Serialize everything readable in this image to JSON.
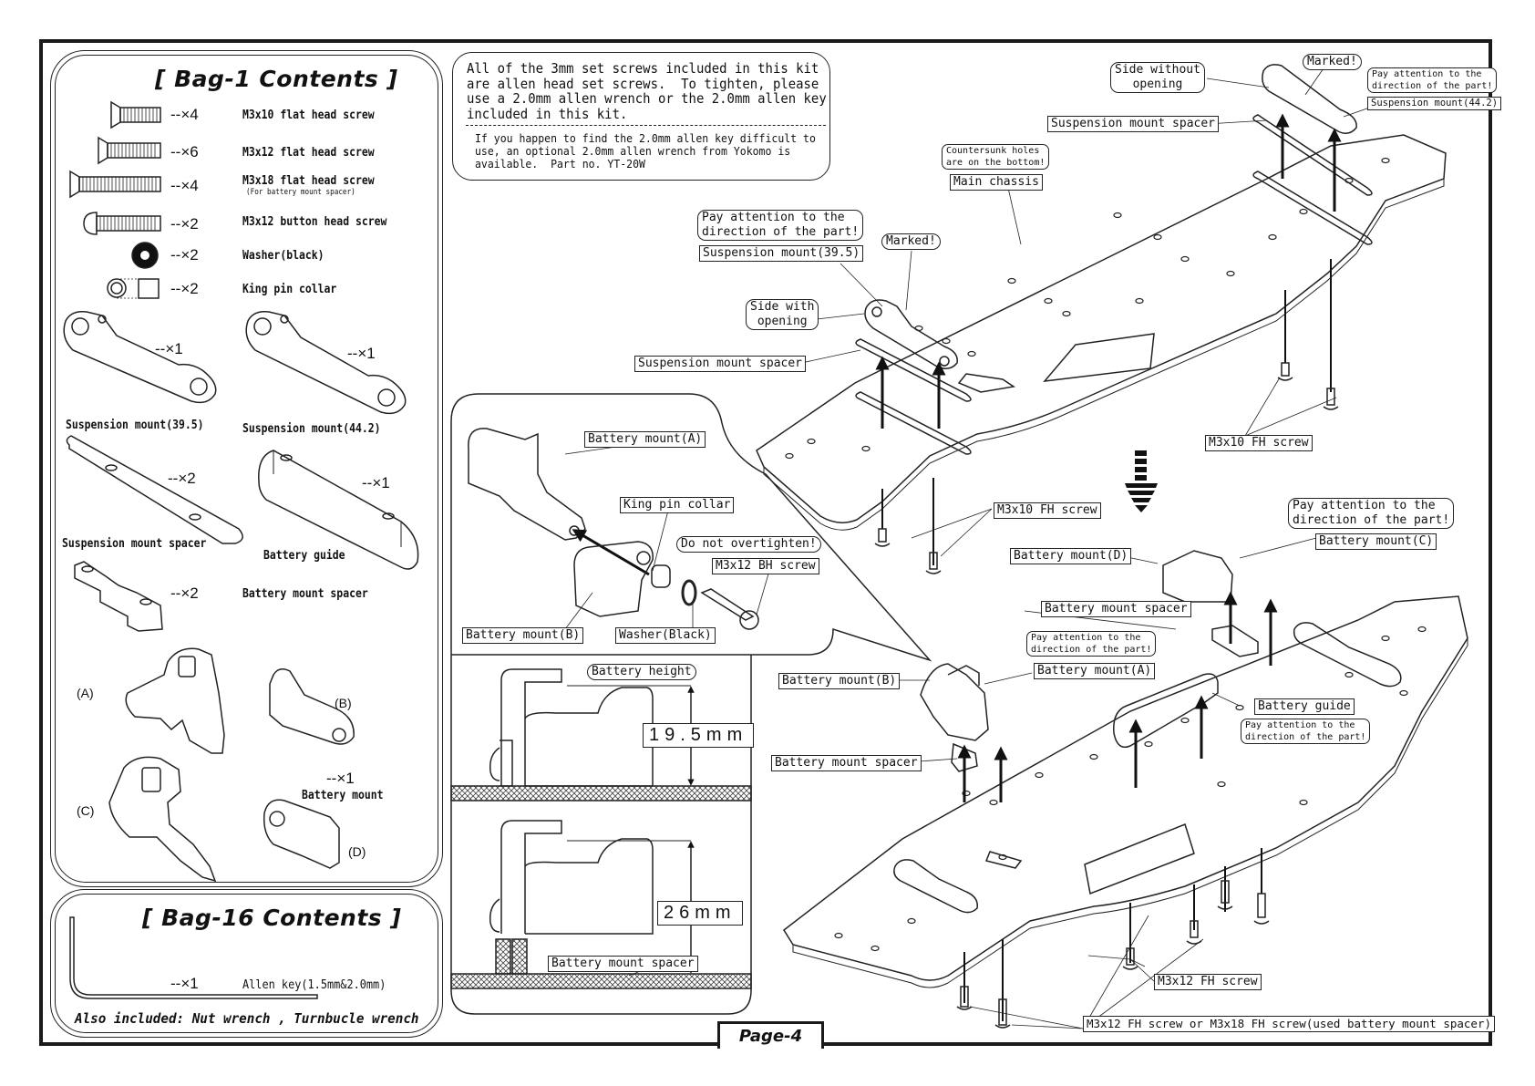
{
  "page": {
    "label": "Page-4"
  },
  "bag1": {
    "title": "[ Bag-1 Contents ]",
    "items": [
      {
        "icon": "flat-head-screw-icon",
        "qty": "--×4",
        "name": "M3x10 flat head screw",
        "note": ""
      },
      {
        "icon": "flat-head-screw-icon",
        "qty": "--×6",
        "name": "M3x12 flat head screw",
        "note": ""
      },
      {
        "icon": "flat-head-screw-icon",
        "qty": "--×4",
        "name": "M3x18 flat head screw",
        "note": "(For battery mount spacer)"
      },
      {
        "icon": "button-head-screw-icon",
        "qty": "--×2",
        "name": "M3x12 button head screw",
        "note": ""
      },
      {
        "icon": "washer-icon",
        "qty": "--×2",
        "name": "Washer(black)",
        "note": ""
      },
      {
        "icon": "king-pin-collar-icon",
        "qty": "--×2",
        "name": "King pin collar",
        "note": ""
      }
    ],
    "parts": [
      {
        "name": "Suspension mount(39.5)",
        "qty": "--×1"
      },
      {
        "name": "Suspension mount(44.2)",
        "qty": "--×1"
      },
      {
        "name": "Suspension mount spacer",
        "qty": "--×2"
      },
      {
        "name": "Battery guide",
        "qty": "--×1"
      },
      {
        "name": "Battery mount spacer",
        "qty": "--×2"
      }
    ],
    "battery_mount": {
      "name": "Battery mount",
      "qty": "--×1",
      "variants": [
        "(A)",
        "(B)",
        "(C)",
        "(D)"
      ]
    }
  },
  "bag16": {
    "title": "[ Bag-16 Contents ]",
    "item": {
      "qty": "--×1",
      "name": "Allen key(1.5mm&2.0mm)"
    },
    "also_included": "Also included: Nut wrench , Turnbucle wrench"
  },
  "info_box": {
    "main_text": "All of the 3mm set screws included in this kit\nare allen head set screws.  To tighten, please\nuse a 2.0mm allen wrench or the 2.0mm allen key\nincluded in this kit.",
    "extra_text": "If you happen to find the 2.0mm allen key difficult to\nuse, an optional 2.0mm allen wrench from Yokomo is\navailable.  Part no. YT-20W"
  },
  "upper_assembly": {
    "labels": {
      "side_without_opening": "Side without\nopening",
      "marked_right": "Marked!",
      "pay_attention_right": "Pay attention to the\ndirection of the part!",
      "susp_mount_44": "Suspension mount(44.2)",
      "susp_spacer_right": "Suspension mount spacer",
      "countersunk": "Countersunk holes\nare on the bottom!",
      "main_chassis": "Main chassis",
      "pay_attention_left": "Pay attention to the\ndirection of the part!",
      "marked_left": "Marked!",
      "susp_mount_39": "Suspension mount(39.5)",
      "side_with_opening": "Side with\nopening",
      "susp_spacer_left": "Suspension mount spacer",
      "m3x10_right": "M3x10 FH screw",
      "m3x10_left": "M3x10 FH screw"
    }
  },
  "detail_inset": {
    "labels": {
      "battery_mount_a": "Battery mount(A)",
      "king_pin_collar": "King pin collar",
      "do_not_overtighten": "Do not overtighten!",
      "m3x12_bh": "M3x12 BH screw",
      "battery_mount_b": "Battery mount(B)",
      "washer_black": "Washer(Black)"
    }
  },
  "height_diagram": {
    "title": "Battery height",
    "top_value": "19.5mm",
    "bottom_value": "26mm",
    "spacer_label": "Battery mount spacer"
  },
  "lower_assembly": {
    "labels": {
      "pay_attention_c": "Pay attention to the\ndirection of the part!",
      "battery_mount_c": "Battery mount(C)",
      "battery_mount_d": "Battery mount(D)",
      "battery_mount_spacer_right": "Battery mount spacer",
      "pay_attention_a": "Pay attention to the\ndirection of the part!",
      "battery_mount_a": "Battery mount(A)",
      "battery_mount_b": "Battery mount(B)",
      "battery_guide": "Battery guide",
      "pay_attention_guide": "Pay attention to the\ndirection of the part!",
      "battery_mount_spacer_left": "Battery mount spacer",
      "m3x12_fh": "M3x12 FH screw",
      "m3x12_or_m3x18": "M3x12 FH screw or M3x18 FH screw(used battery mount spacer)"
    }
  }
}
